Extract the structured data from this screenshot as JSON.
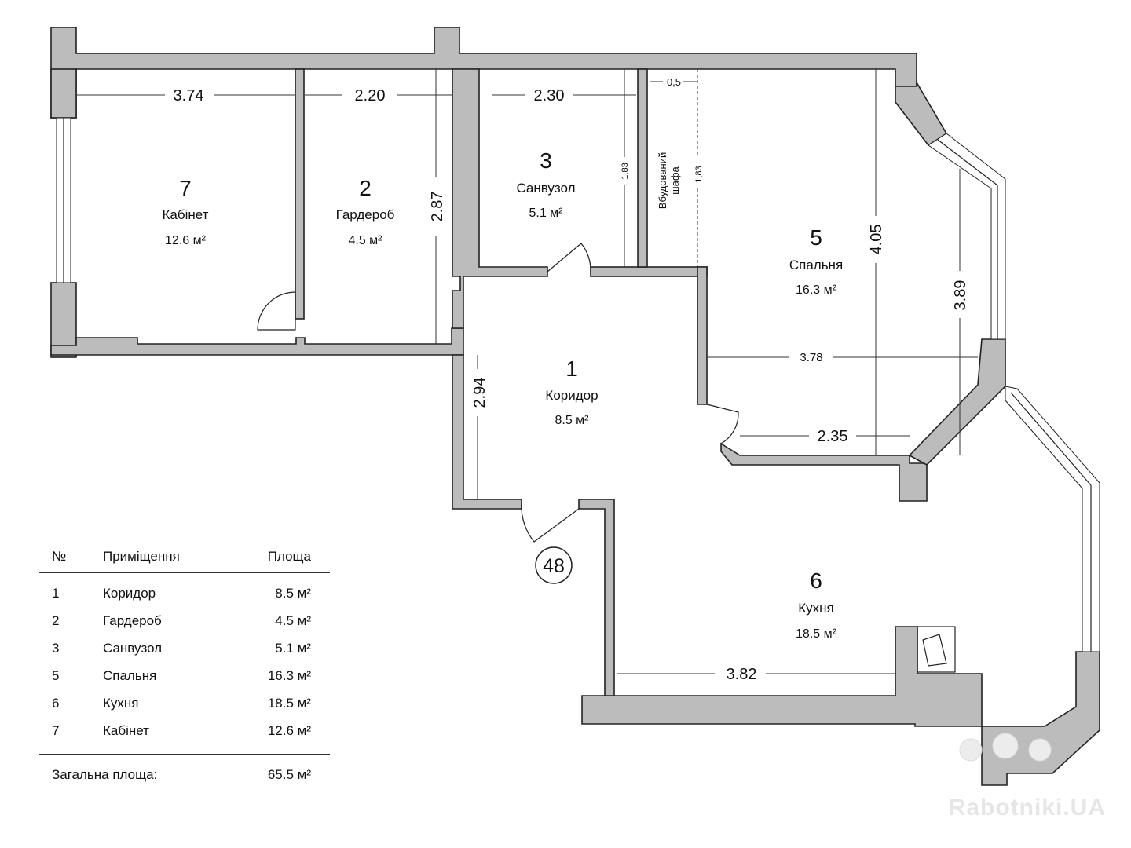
{
  "rooms": [
    {
      "num": "7",
      "name": "Кабінет",
      "area": "12.6 м²"
    },
    {
      "num": "2",
      "name": "Гардероб",
      "area": "4.5 м²"
    },
    {
      "num": "3",
      "name": "Санвузол",
      "area": "5.1 м²"
    },
    {
      "num": "5",
      "name": "Спальня",
      "area": "16.3 м²"
    },
    {
      "num": "1",
      "name": "Коридор",
      "area": "8.5 м²"
    },
    {
      "num": "6",
      "name": "Кухня",
      "area": "18.5 м²"
    }
  ],
  "dimensions": {
    "kabinet_width": "3.74",
    "garderob_width": "2.20",
    "sanvuzol_width": "2.30",
    "garderob_height": "2.87",
    "sanvuzol_height": "1,83",
    "closet_depth": "0,5",
    "closet_height": "1,83",
    "bedroom_height": "4.05",
    "bay_length": "3.89",
    "bedroom_width": "3.78",
    "bedroom_lower_width": "2.35",
    "corridor_height": "2.94",
    "kitchen_width": "3.82"
  },
  "closet_label": [
    "Вбудований",
    "шафа"
  ],
  "apartment_number": "48",
  "legend": {
    "headers": {
      "num": "№",
      "room": "Приміщення",
      "area": "Площа"
    },
    "rows": [
      {
        "num": "1",
        "room": "Коридор",
        "area": "8.5 м²"
      },
      {
        "num": "2",
        "room": "Гардероб",
        "area": "4.5 м²"
      },
      {
        "num": "3",
        "room": "Санвузол",
        "area": "5.1 м²"
      },
      {
        "num": "5",
        "room": "Спальня",
        "area": "16.3 м²"
      },
      {
        "num": "6",
        "room": "Кухня",
        "area": "18.5 м²"
      },
      {
        "num": "7",
        "room": "Кабінет",
        "area": "12.6 м²"
      }
    ],
    "total_label": "Загальна площа:",
    "total_value": "65.5 м²"
  },
  "watermark": "Rabotniki.UA"
}
